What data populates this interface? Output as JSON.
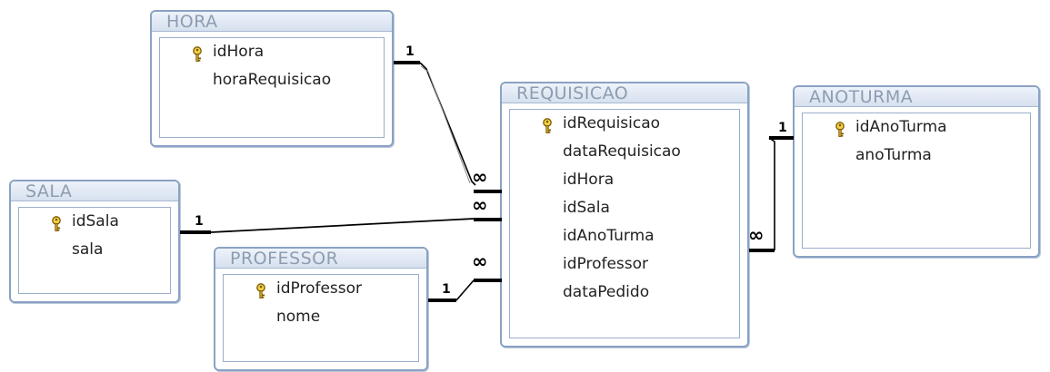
{
  "diagram": {
    "tables": {
      "hora": {
        "name": "HORA",
        "fields": [
          {
            "name": "idHora",
            "key": true
          },
          {
            "name": "horaRequisicao",
            "key": false
          }
        ]
      },
      "requisicao": {
        "name": "REQUISICAO",
        "fields": [
          {
            "name": "idRequisicao",
            "key": true
          },
          {
            "name": "dataRequisicao",
            "key": false
          },
          {
            "name": "idHora",
            "key": false
          },
          {
            "name": "idSala",
            "key": false
          },
          {
            "name": "idAnoTurma",
            "key": false
          },
          {
            "name": "idProfessor",
            "key": false
          },
          {
            "name": "dataPedido",
            "key": false
          }
        ]
      },
      "anoturma": {
        "name": "ANOTURMA",
        "fields": [
          {
            "name": "idAnoTurma",
            "key": true
          },
          {
            "name": "anoTurma",
            "key": false
          }
        ]
      },
      "sala": {
        "name": "SALA",
        "fields": [
          {
            "name": "idSala",
            "key": true
          },
          {
            "name": "sala",
            "key": false
          }
        ]
      },
      "professor": {
        "name": "PROFESSOR",
        "fields": [
          {
            "name": "idProfessor",
            "key": true
          },
          {
            "name": "nome",
            "key": false
          }
        ]
      }
    },
    "relationships": [
      {
        "from": "HORA.idHora",
        "to": "REQUISICAO.idHora",
        "from_card": "1",
        "to_card": "∞"
      },
      {
        "from": "SALA.idSala",
        "to": "REQUISICAO.idSala",
        "from_card": "1",
        "to_card": "∞"
      },
      {
        "from": "PROFESSOR.idProfessor",
        "to": "REQUISICAO.idProfessor",
        "from_card": "1",
        "to_card": "∞"
      },
      {
        "from": "ANOTURMA.idAnoTurma",
        "to": "REQUISICAO.idAnoTurma",
        "from_card": "1",
        "to_card": "∞"
      }
    ],
    "icons": {
      "primary_key": "key-icon"
    },
    "colors": {
      "table_border": "#8aa2c3",
      "header_text": "#8d9cb0",
      "line": "#000000"
    }
  }
}
